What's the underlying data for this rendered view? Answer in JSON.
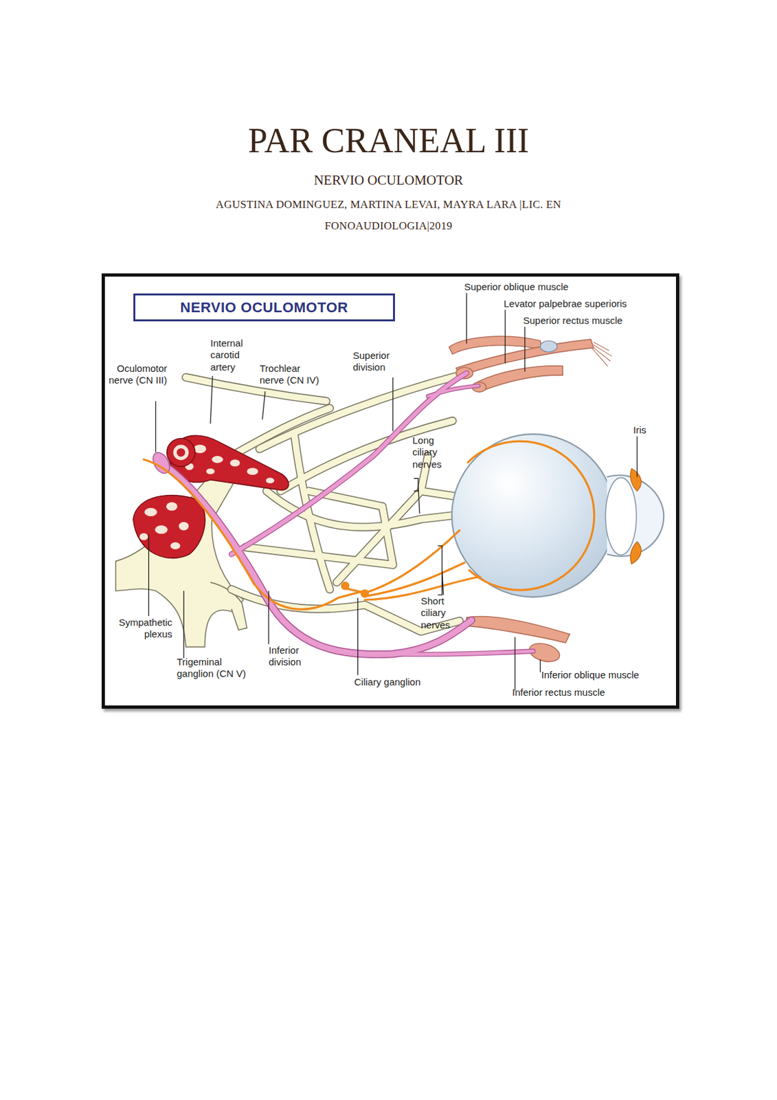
{
  "diagram": {
    "title": "PAR CRANEAL III",
    "nodes": [
      {
        "text": [
          "NERVIO OCULOMOTOR"
        ]
      }
    ],
    "labels": [
      "NERVIO OCULOMOTOR",
      "AGUSTINA DOMINGUEZ, MARTINA LEVAI, MAYRA LARA |LIC. EN FONOAUDIOLOGIA|2019",
      "Superior oblique muscle",
      "Levator palpebrae superioris",
      "Superior rectus muscle",
      "Internal carotid artery",
      "Oculomotor nerve (CN III)",
      "Trochlear nerve (CN IV)",
      "Superior division",
      "Long ciliary nerves",
      "Iris",
      "Short ciliary nerves",
      "Sympathetic plexus",
      "Trigeminal ganglion (CN V)",
      "Inferior division",
      "Ciliary ganglion",
      "Inferior oblique muscle",
      "Inferior rectus muscle"
    ]
  }
}
